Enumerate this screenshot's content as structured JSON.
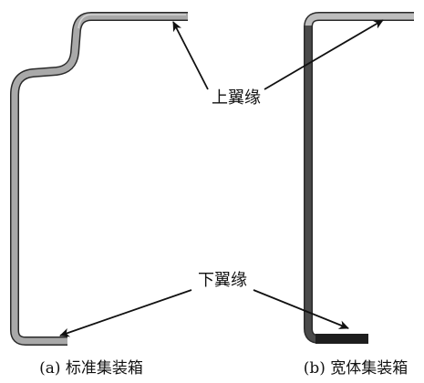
{
  "labels": {
    "upper_flange": "上翼缘",
    "lower_flange": "下翼缘"
  },
  "captions": {
    "a": "(a) 标准集装箱",
    "b": "(b) 宽体集装箱"
  },
  "colors": {
    "profile_light_fill": "#a9a9a9",
    "profile_dark_fill": "#4a4a4a",
    "outline": "#2a2a2a",
    "arrow": "#111111",
    "background": "#ffffff"
  }
}
